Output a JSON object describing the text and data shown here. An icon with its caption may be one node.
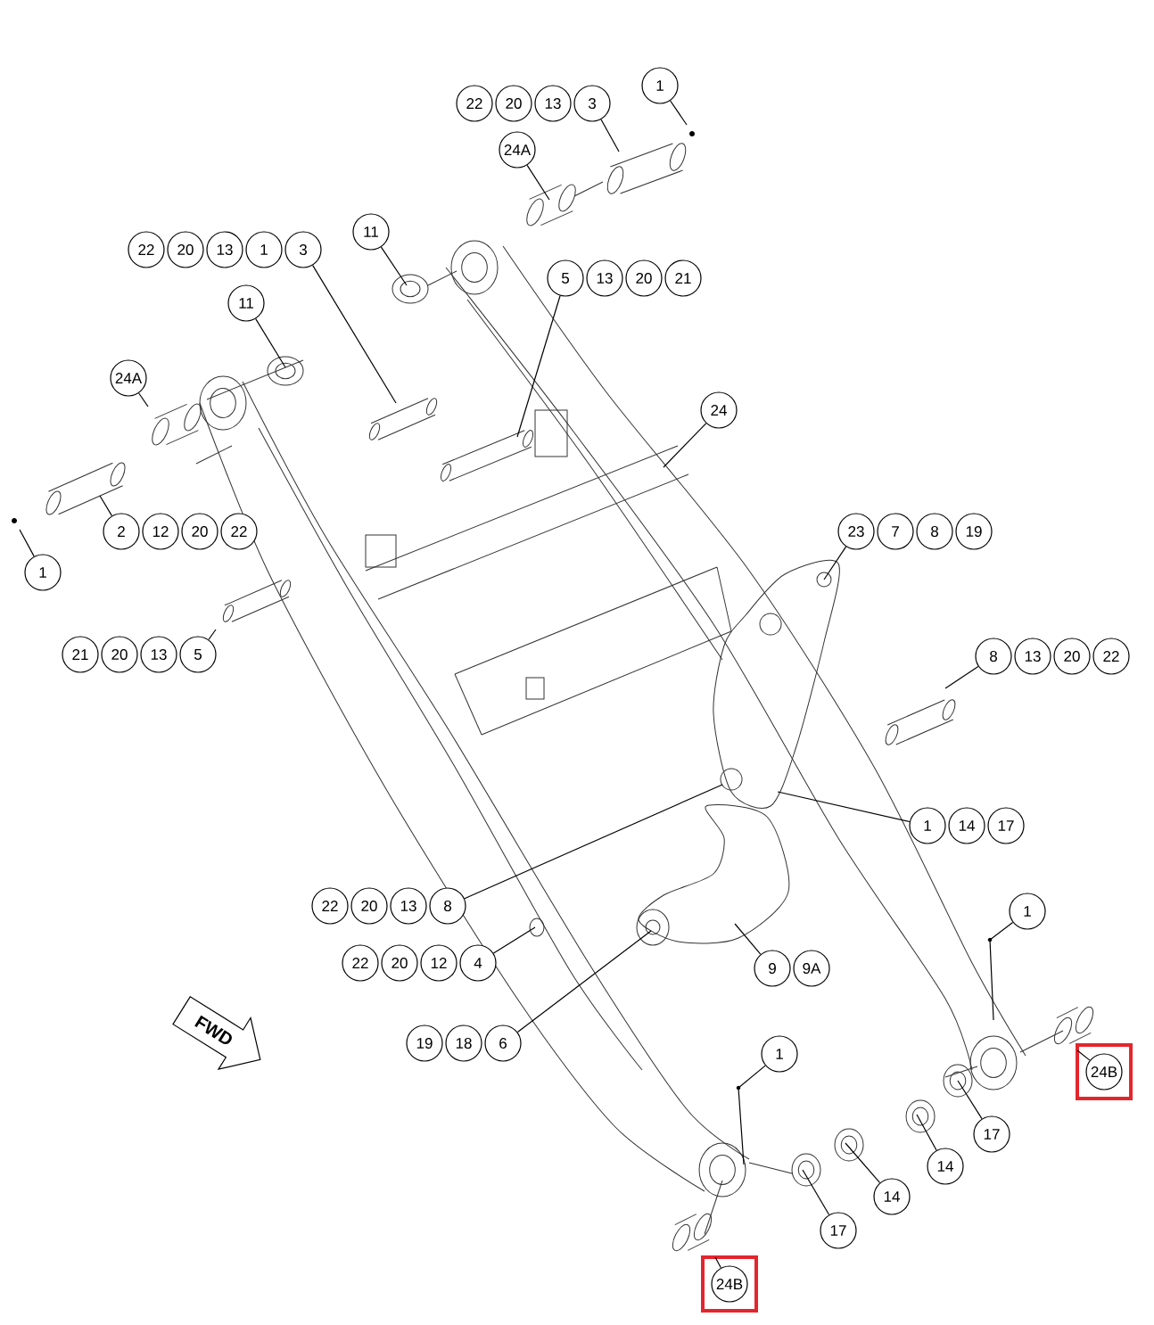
{
  "diagram": {
    "nodes": [
      {
        "text": [
          "1"
        ]
      },
      {
        "text": [
          "22"
        ]
      },
      {
        "text": [
          "20"
        ]
      },
      {
        "text": [
          "13"
        ]
      },
      {
        "text": [
          "3"
        ]
      },
      {
        "text": [
          "24A"
        ]
      },
      {
        "text": [
          "11"
        ]
      },
      {
        "text": [
          "22"
        ]
      },
      {
        "text": [
          "20"
        ]
      },
      {
        "text": [
          "13"
        ]
      },
      {
        "text": [
          "1"
        ]
      },
      {
        "text": [
          "3"
        ]
      },
      {
        "text": [
          "5"
        ]
      },
      {
        "text": [
          "13"
        ]
      },
      {
        "text": [
          "20"
        ]
      },
      {
        "text": [
          "21"
        ]
      },
      {
        "text": [
          "11"
        ]
      },
      {
        "text": [
          "24A"
        ]
      },
      {
        "text": [
          "24"
        ]
      },
      {
        "text": [
          "2"
        ]
      },
      {
        "text": [
          "12"
        ]
      },
      {
        "text": [
          "20"
        ]
      },
      {
        "text": [
          "22"
        ]
      },
      {
        "text": [
          "23"
        ]
      },
      {
        "text": [
          "7"
        ]
      },
      {
        "text": [
          "8"
        ]
      },
      {
        "text": [
          "19"
        ]
      },
      {
        "text": [
          "1"
        ]
      },
      {
        "text": [
          "21"
        ]
      },
      {
        "text": [
          "20"
        ]
      },
      {
        "text": [
          "13"
        ]
      },
      {
        "text": [
          "5"
        ]
      },
      {
        "text": [
          "8"
        ]
      },
      {
        "text": [
          "13"
        ]
      },
      {
        "text": [
          "20"
        ]
      },
      {
        "text": [
          "22"
        ]
      },
      {
        "text": [
          "1"
        ]
      },
      {
        "text": [
          "14"
        ]
      },
      {
        "text": [
          "17"
        ]
      },
      {
        "text": [
          "22"
        ]
      },
      {
        "text": [
          "20"
        ]
      },
      {
        "text": [
          "13"
        ]
      },
      {
        "text": [
          "8"
        ]
      },
      {
        "text": [
          "1"
        ]
      },
      {
        "text": [
          "22"
        ]
      },
      {
        "text": [
          "20"
        ]
      },
      {
        "text": [
          "12"
        ]
      },
      {
        "text": [
          "4"
        ]
      },
      {
        "text": [
          "9"
        ]
      },
      {
        "text": [
          "9A"
        ]
      },
      {
        "text": [
          "FWD"
        ]
      },
      {
        "text": [
          "19"
        ]
      },
      {
        "text": [
          "18"
        ]
      },
      {
        "text": [
          "6"
        ]
      },
      {
        "text": [
          "1"
        ]
      },
      {
        "text": [
          "24B"
        ]
      },
      {
        "text": [
          "17"
        ]
      },
      {
        "text": [
          "14"
        ]
      },
      {
        "text": [
          "14"
        ]
      },
      {
        "text": [
          "17"
        ]
      },
      {
        "text": [
          "24B"
        ]
      }
    ],
    "edges": [
      {
        "from": 0,
        "to": null,
        "arrow": "none"
      },
      {
        "from": 4,
        "to": null,
        "arrow": "none"
      },
      {
        "from": 5,
        "to": null,
        "arrow": "none"
      },
      {
        "from": 6,
        "to": null,
        "arrow": "none"
      },
      {
        "from": 11,
        "to": null,
        "arrow": "none"
      },
      {
        "from": 12,
        "to": null,
        "arrow": "none"
      },
      {
        "from": 16,
        "to": null,
        "arrow": "none"
      },
      {
        "from": 17,
        "to": null,
        "arrow": "none"
      },
      {
        "from": 18,
        "to": null,
        "arrow": "none"
      },
      {
        "from": 19,
        "to": null,
        "arrow": "none"
      },
      {
        "from": 23,
        "to": null,
        "arrow": "none"
      },
      {
        "from": 27,
        "to": null,
        "arrow": "none"
      },
      {
        "from": 31,
        "to": null,
        "arrow": "none"
      },
      {
        "from": 32,
        "to": null,
        "arrow": "none"
      },
      {
        "from": 36,
        "to": null,
        "arrow": "none"
      },
      {
        "from": 42,
        "to": null,
        "arrow": "none"
      },
      {
        "from": 43,
        "to": null,
        "arrow": "none"
      },
      {
        "from": 47,
        "to": null,
        "arrow": "none"
      },
      {
        "from": 48,
        "to": null,
        "arrow": "none"
      },
      {
        "from": 53,
        "to": null,
        "arrow": "none"
      },
      {
        "from": 54,
        "to": null,
        "arrow": "none"
      },
      {
        "from": 55,
        "to": null,
        "arrow": "none"
      },
      {
        "from": 56,
        "to": null,
        "arrow": "none"
      },
      {
        "from": 57,
        "to": null,
        "arrow": "none"
      },
      {
        "from": 58,
        "to": null,
        "arrow": "none"
      },
      {
        "from": 59,
        "to": null,
        "arrow": "none"
      },
      {
        "from": 60,
        "to": null,
        "arrow": "none"
      }
    ]
  }
}
